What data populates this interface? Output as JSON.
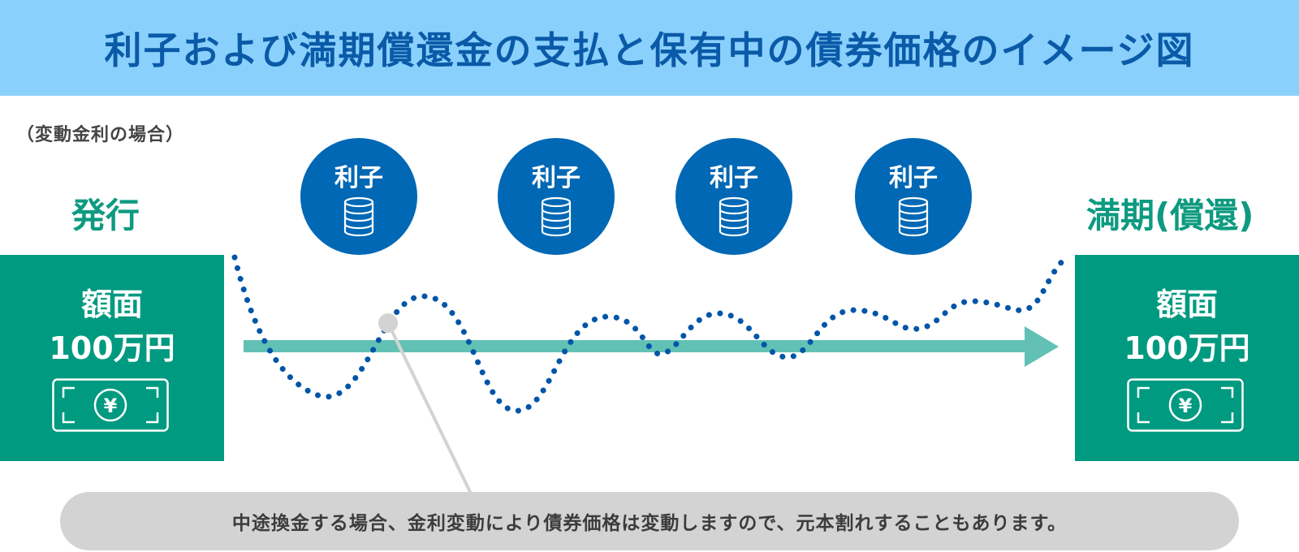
{
  "header": {
    "title": "利子および満期償還金の支払と保有中の債券価格のイメージ図"
  },
  "subtitle": "（変動金利の場合）",
  "issue": {
    "label": "発行",
    "box_line1": "額面",
    "box_line2": "100万円",
    "icon": "yen-banknote-icon"
  },
  "maturity": {
    "label": "満期(償還)",
    "box_line1": "額面",
    "box_line2": "100万円",
    "icon": "yen-banknote-icon"
  },
  "interest_payments": [
    {
      "label": "利子",
      "icon": "coin-stack-icon"
    },
    {
      "label": "利子",
      "icon": "coin-stack-icon"
    },
    {
      "label": "利子",
      "icon": "coin-stack-icon"
    },
    {
      "label": "利子",
      "icon": "coin-stack-icon"
    }
  ],
  "timeline": {
    "icon": "arrow-right-icon"
  },
  "price_curve": {
    "style": "dotted",
    "meaning": "保有中の債券価格"
  },
  "callout": {
    "text": "中途換金する場合、金利変動により債券価格は変動しますので、元本割れすることもあります。"
  },
  "colors": {
    "header_bg": "#8ad0fc",
    "title": "#0a5aa8",
    "green": "#009a80",
    "green_label": "#0d9a80",
    "interest_blue": "#0068b5",
    "curve_blue": "#0055a8",
    "arrow_teal": "#62c1b4",
    "callout_gray": "#d3d3d3"
  }
}
